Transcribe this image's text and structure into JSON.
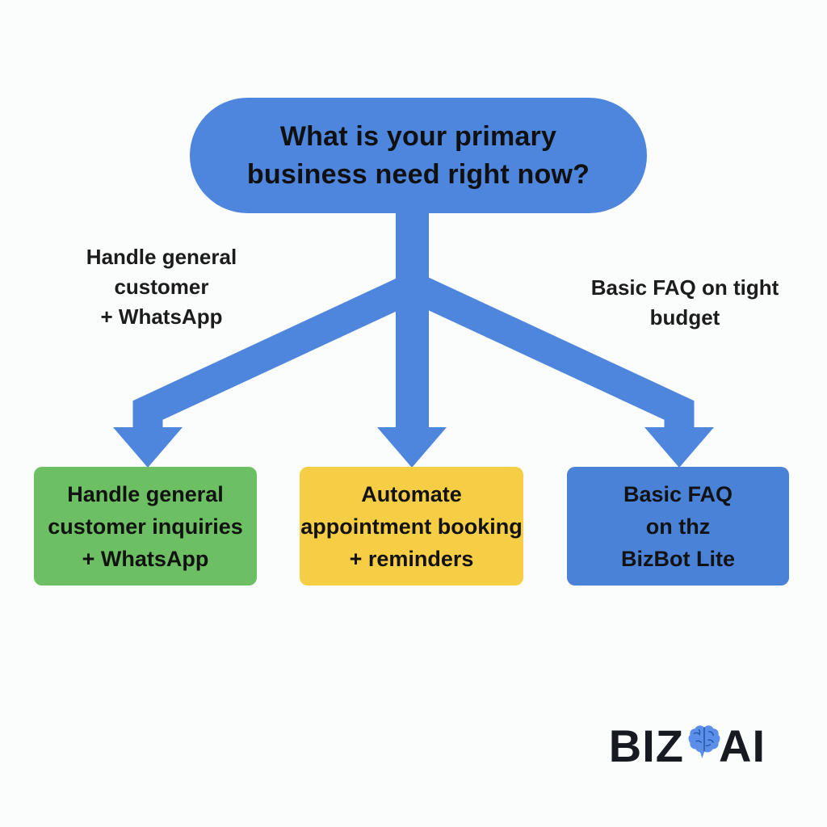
{
  "diagram": {
    "question": {
      "lines": [
        "What is your primary",
        "business need right now?"
      ]
    },
    "branches": {
      "left": {
        "lines": [
          "Handle general",
          "customer",
          "+ WhatsApp"
        ]
      },
      "right": {
        "lines": [
          "Basic FAQ on tight",
          "budget"
        ]
      }
    },
    "outcomes": [
      {
        "name": "customer-inquiries",
        "color": "#6cbf62",
        "lines": [
          "Handle general",
          "customer inquiries",
          "+ WhatsApp"
        ]
      },
      {
        "name": "appointment-booking",
        "color": "#f6ce46",
        "lines": [
          "Automate",
          "appointment booking",
          "+ reminders"
        ]
      },
      {
        "name": "bizbot-lite",
        "color": "#4a82d8",
        "lines": [
          "Basic FAQ",
          "on th",
          "BizBot Lite"
        ],
        "line2_bold_suffix": "z"
      }
    ],
    "colors": {
      "background": "#fbfcfc",
      "arrow": "#4d86dc",
      "pill": "#4d86dc",
      "text": "#121212",
      "brain": "#5b8ee8",
      "brain_lines": "#1f4f9e",
      "logo_text": "#171a21"
    }
  },
  "logo": {
    "prefix": "BIZ",
    "suffix": "AI",
    "icon": "brain-icon"
  }
}
